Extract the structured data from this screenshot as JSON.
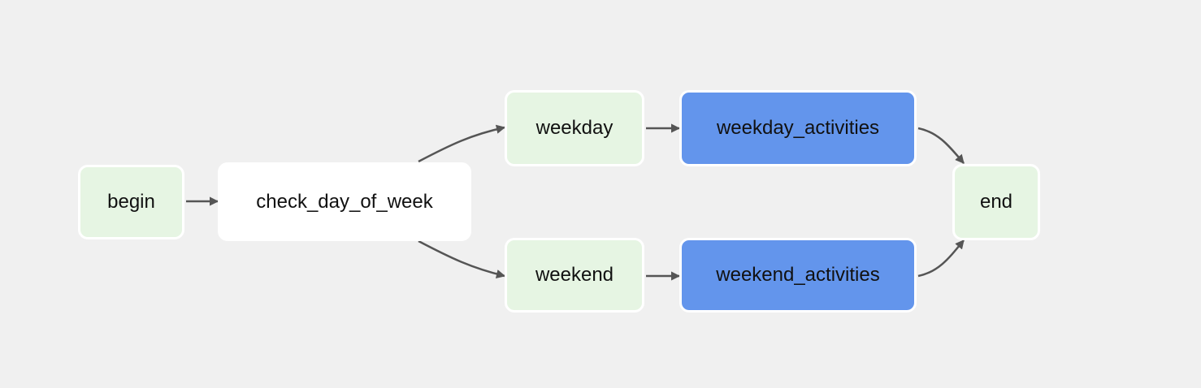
{
  "diagram": {
    "type": "dag",
    "colors": {
      "background": "#f0f0f0",
      "success_node": "#e6f5e3",
      "skipped_or_branch_node": "#ffffff",
      "highlight_node": "#6395ec",
      "edge": "#555555"
    },
    "nodes": {
      "begin": {
        "label": "begin"
      },
      "check": {
        "label": "check_day_of_week"
      },
      "weekday": {
        "label": "weekday"
      },
      "weekend": {
        "label": "weekend"
      },
      "weekday_activities": {
        "label": "weekday_activities"
      },
      "weekend_activities": {
        "label": "weekend_activities"
      },
      "end": {
        "label": "end"
      }
    },
    "edges": [
      {
        "from": "begin",
        "to": "check_day_of_week"
      },
      {
        "from": "check_day_of_week",
        "to": "weekday"
      },
      {
        "from": "check_day_of_week",
        "to": "weekend"
      },
      {
        "from": "weekday",
        "to": "weekday_activities"
      },
      {
        "from": "weekend",
        "to": "weekend_activities"
      },
      {
        "from": "weekday_activities",
        "to": "end"
      },
      {
        "from": "weekend_activities",
        "to": "end"
      }
    ]
  }
}
